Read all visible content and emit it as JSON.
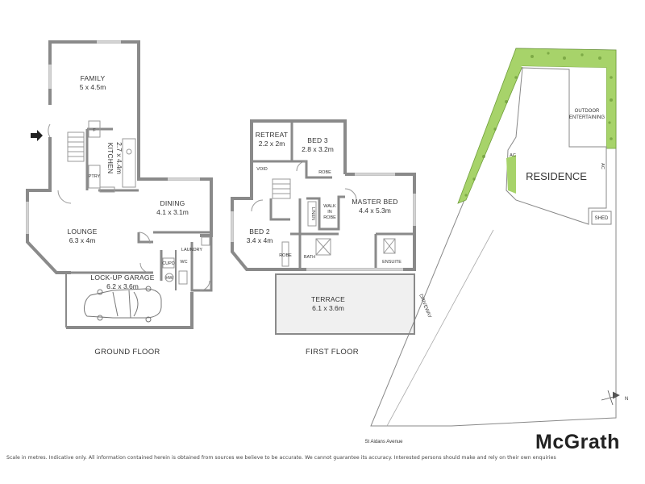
{
  "colors": {
    "wall": "#8a8a8a",
    "terrace": "#f0f0f0",
    "garden": "#a7d36a",
    "brand": "#222222"
  },
  "ground_floor": {
    "label": "GROUND FLOOR",
    "rooms": {
      "family": {
        "name": "FAMILY",
        "size": "5 x 4.5m"
      },
      "kitchen": {
        "name": "KITCHEN",
        "size": "2.7 x 4.4m"
      },
      "dining": {
        "name": "DINING",
        "size": "4.1 x 3.1m"
      },
      "lounge": {
        "name": "LOUNGE",
        "size": "6.3 x 4m"
      },
      "garage": {
        "name": "LOCK-UP GARAGE",
        "size": "6.2 x 3.6m"
      },
      "laundry": {
        "name": "LAUNDRY"
      },
      "wc": {
        "name": "WC"
      },
      "cupd": {
        "name": "CUPD"
      },
      "hw": {
        "name": "HW"
      },
      "pantry": {
        "name": "PTRY"
      },
      "fridge": {
        "name": "F"
      }
    }
  },
  "first_floor": {
    "label": "FIRST FLOOR",
    "rooms": {
      "retreat": {
        "name": "RETREAT",
        "size": "2.2 x 2m"
      },
      "bed3": {
        "name": "BED 3",
        "size": "2.8 x 3.2m"
      },
      "void": {
        "name": "VOID"
      },
      "robe_top": {
        "name": "ROBE"
      },
      "master": {
        "name": "MASTER BED",
        "size": "4.4 x 5.3m"
      },
      "walkin_1": {
        "name": "WALK"
      },
      "walkin_2": {
        "name": "IN"
      },
      "walkin_3": {
        "name": "ROBE"
      },
      "linen": {
        "name": "LINEN"
      },
      "bed2": {
        "name": "BED 2",
        "size": "3.4 x 4m"
      },
      "robe_bed2": {
        "name": "ROBE"
      },
      "bath": {
        "name": "BATH"
      },
      "ensuite": {
        "name": "ENSUITE"
      },
      "terrace": {
        "name": "TERRACE",
        "size": "6.1 x 3.6m"
      }
    }
  },
  "site": {
    "residence": "RESIDENCE",
    "outdoor_1": "OUTDOOR",
    "outdoor_2": "ENTERTAINING",
    "shed": "SHED",
    "ac_left": "AC",
    "ac_right": "AC",
    "driveway": "DRIVEWAY",
    "street": "St Aidans Avenue",
    "north": "N"
  },
  "brand": {
    "name": "McGrath"
  },
  "disclaimer": "Scale in metres. Indicative only. All information contained herein is obtained from sources we believe to be accurate. We cannot guarantee its accuracy. Interested persons should make and rely on their own enquiries"
}
